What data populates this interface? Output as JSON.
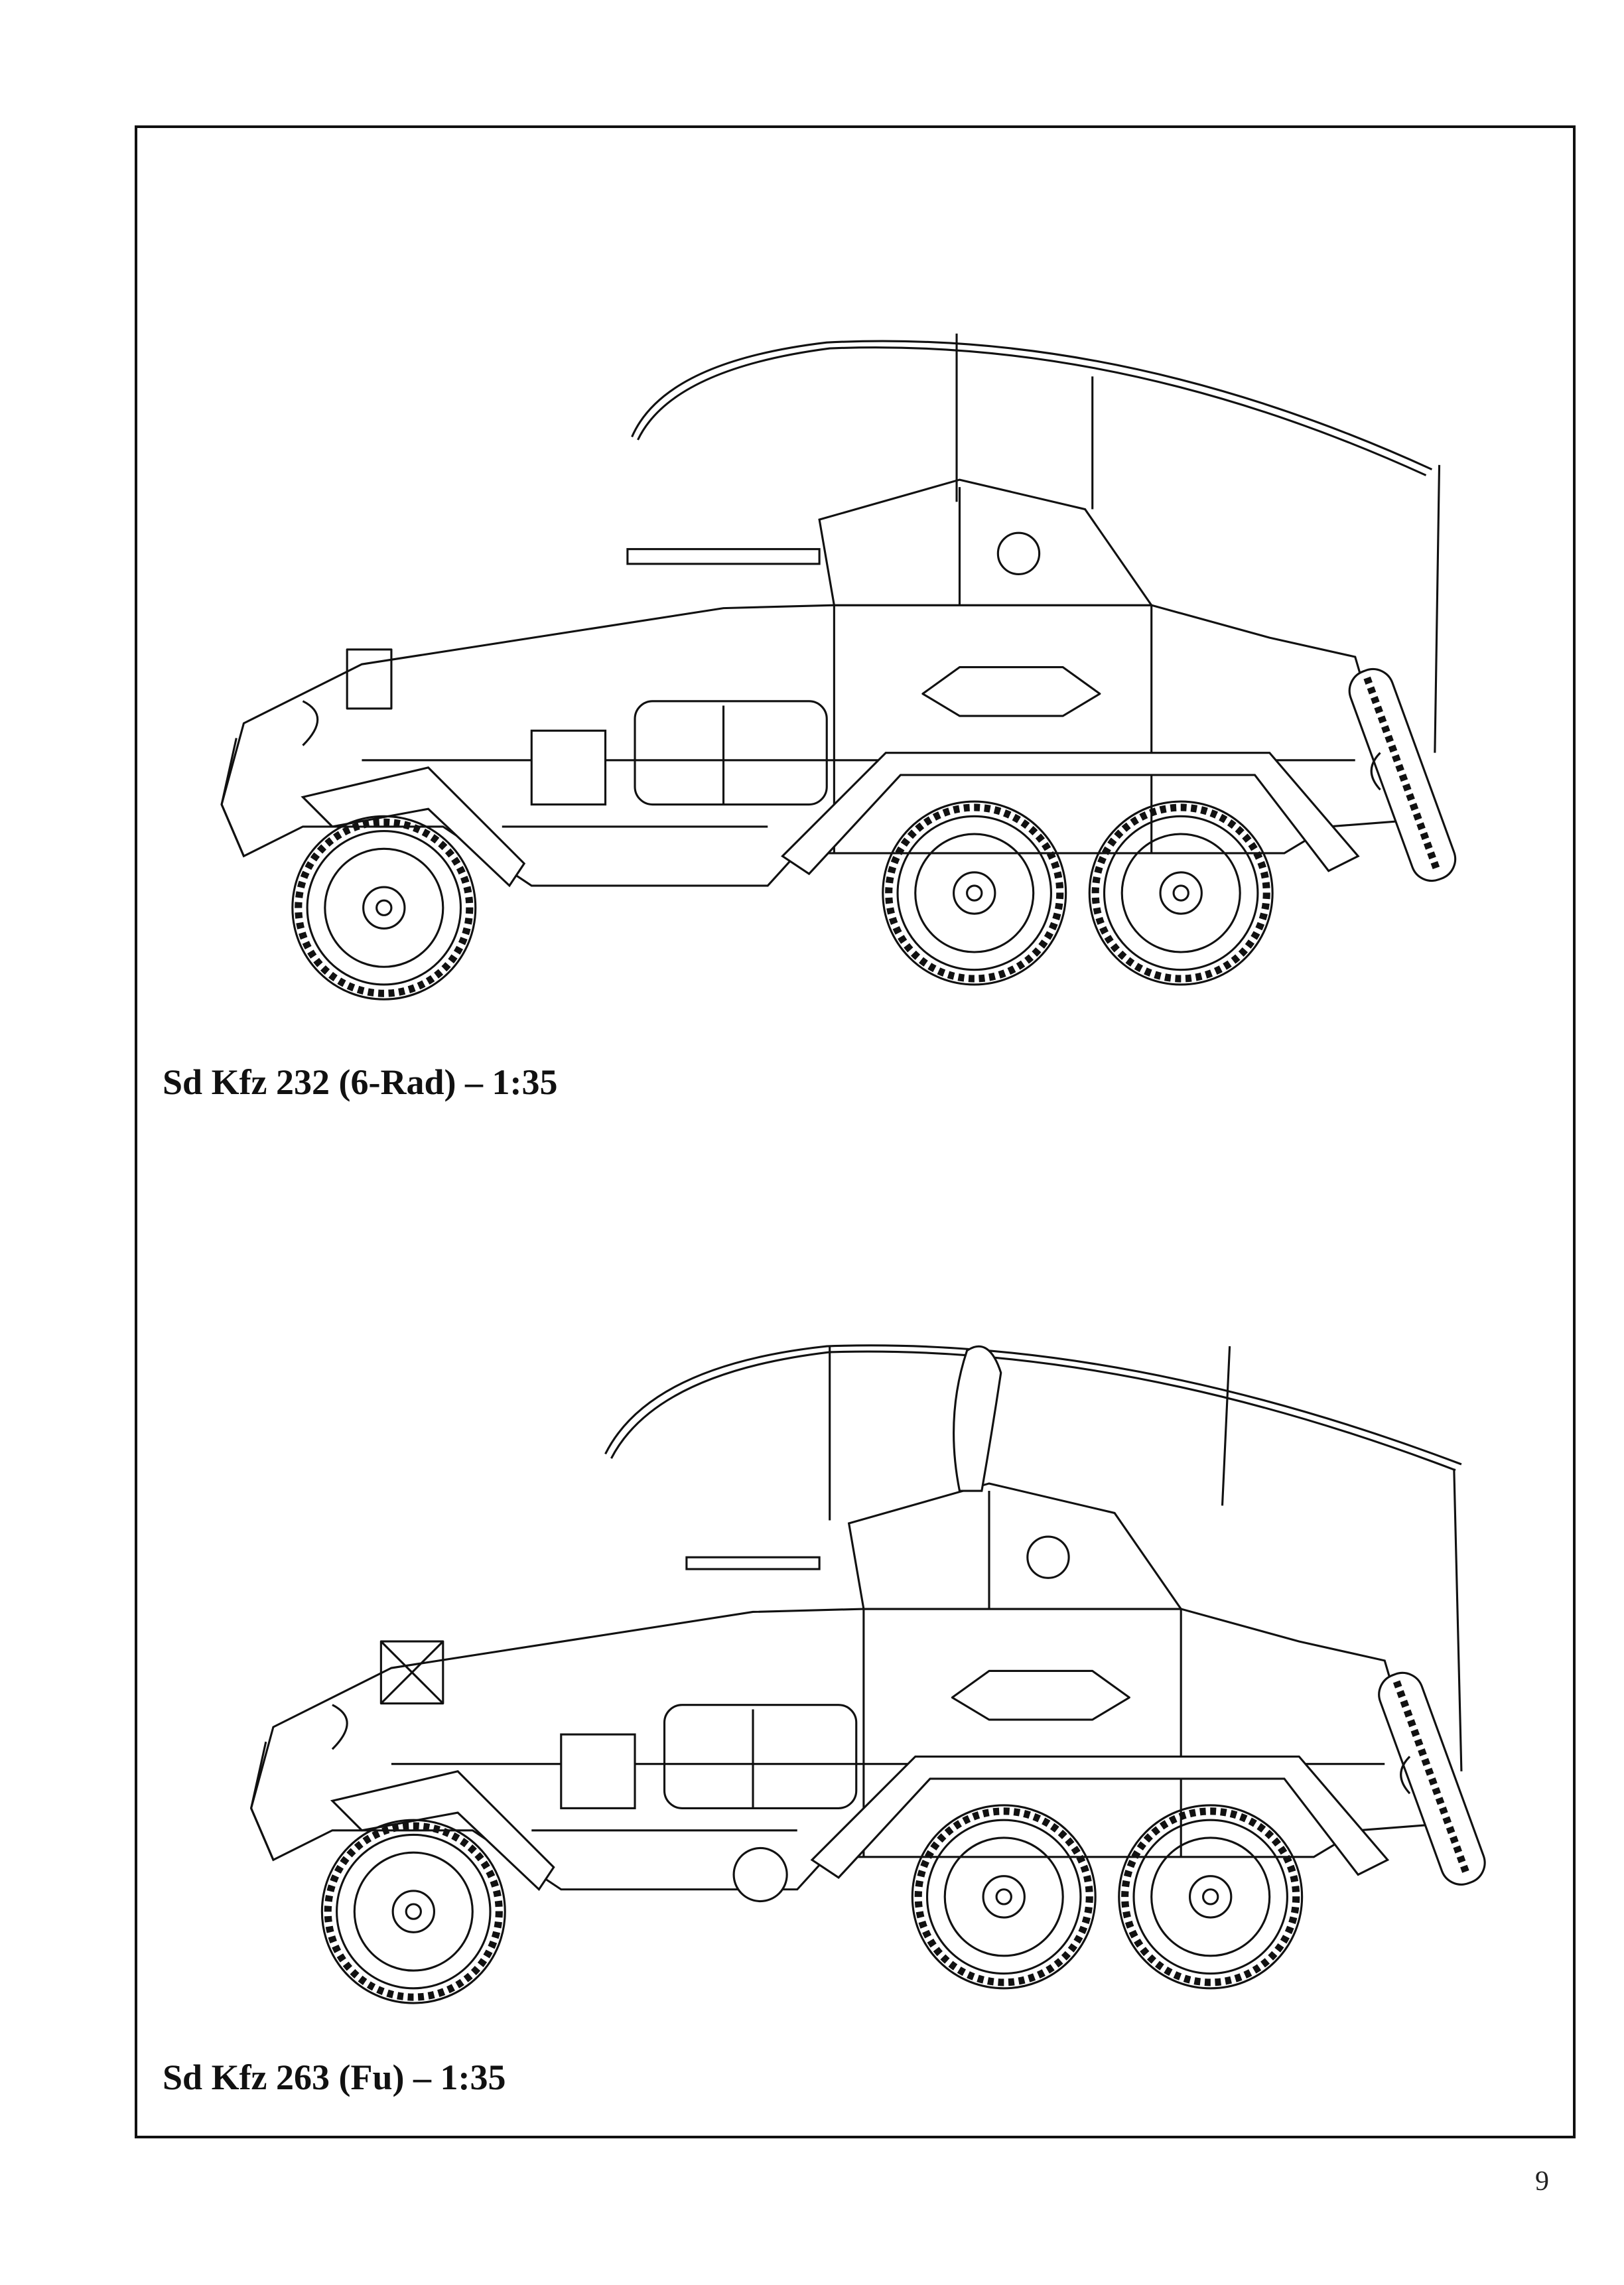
{
  "page": {
    "figures": [
      {
        "caption": "Sd Kfz 232 (6-Rad) – 1:35"
      },
      {
        "caption": "Sd Kfz 263 (Fu) – 1:35"
      }
    ],
    "page_number": "9"
  }
}
